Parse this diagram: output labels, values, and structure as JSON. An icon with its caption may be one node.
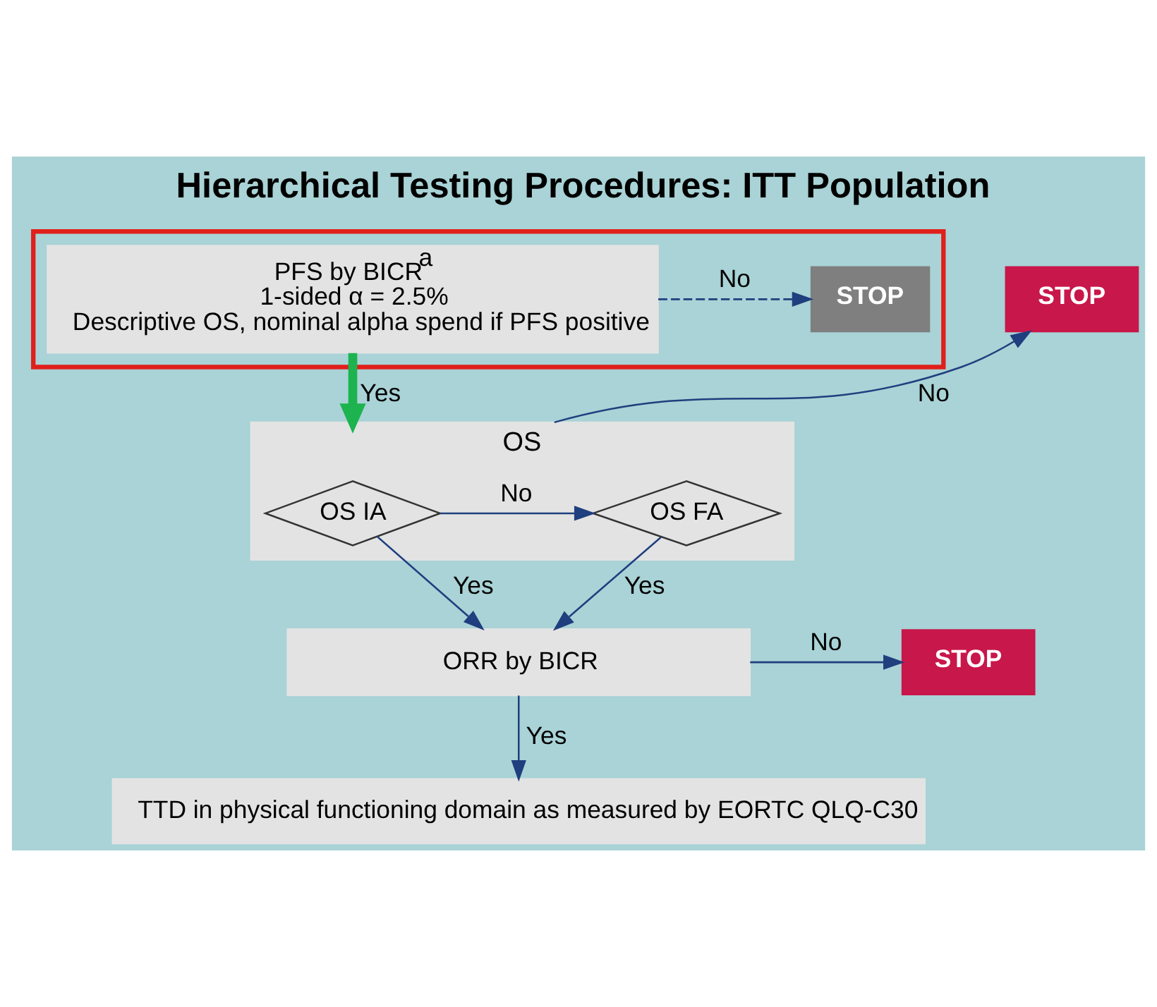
{
  "diagram": {
    "title": "Hierarchical Testing Procedures: ITT Population",
    "nodes": [
      {
        "text": [],
        "shape": "box"
      },
      {
        "text": [
          "PFS by BICR$^{a}$",
          "1-sided α = 2.5%",
          "Descriptive OS, nominal alpha spend if PFS positive"
        ],
        "in": 0
      },
      {
        "text": [
          "STOP"
        ],
        "in": 0
      },
      {
        "text": [
          "OS"
        ]
      },
      {
        "text": [
          "OS IA"
        ],
        "in": 3
      },
      {
        "text": [
          "OS FA"
        ],
        "in": 3
      },
      {
        "text": [
          "STOP"
        ]
      },
      {
        "text": [
          "ORR by BICR"
        ]
      },
      {
        "text": [
          "STOP"
        ]
      },
      {
        "text": [
          "TTD in physical functioning domain as measured by EORTC QLQ-C30"
        ]
      }
    ],
    "edges": [
      {
        "from": 1,
        "to": 2,
        "arrow": "to",
        "label": "No",
        "style": "dashed"
      },
      {
        "from": 1,
        "to": 3,
        "arrow": "to",
        "label": "Yes",
        "style": "thick",
        "color": "#1db34f"
      },
      {
        "from": 4,
        "to": 5,
        "arrow": "to",
        "label": "No"
      },
      {
        "from": 3,
        "to": 6,
        "arrow": "to",
        "label": "No"
      },
      {
        "from": 4,
        "to": 7,
        "arrow": "to",
        "label": "Yes"
      },
      {
        "from": 5,
        "to": 7,
        "arrow": "to",
        "label": "Yes"
      },
      {
        "from": 7,
        "to": 8,
        "arrow": "to",
        "label": "No"
      },
      {
        "from": 7,
        "to": 9,
        "arrow": "to",
        "label": "Yes"
      }
    ]
  }
}
